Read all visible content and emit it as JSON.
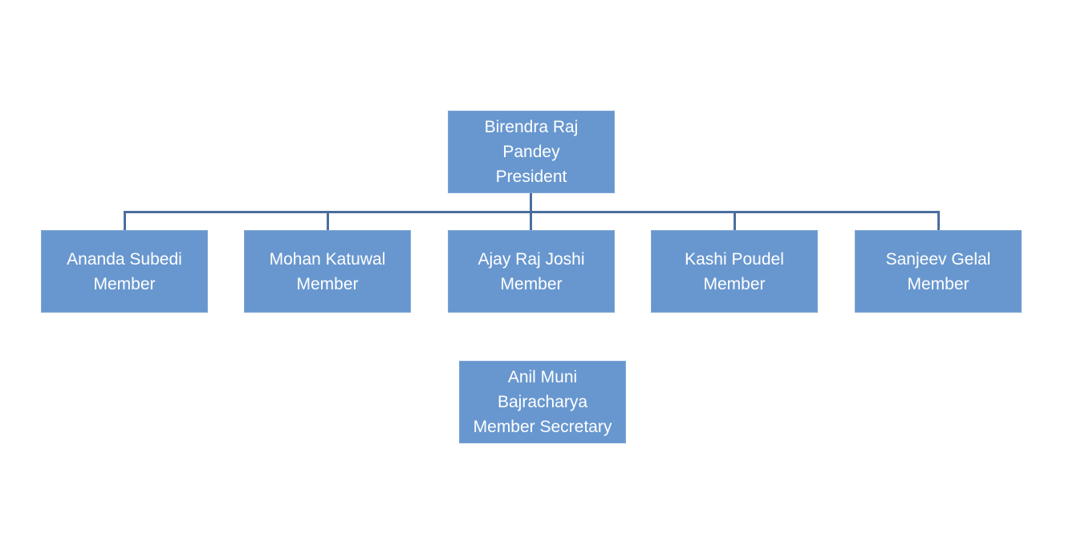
{
  "org_chart": {
    "president": {
      "name_line1": "Birendra Raj",
      "name_line2": "Pandey",
      "role": "President"
    },
    "members": [
      {
        "name": "Ananda Subedi",
        "role": "Member"
      },
      {
        "name": "Mohan Katuwal",
        "role": "Member"
      },
      {
        "name": "Ajay Raj Joshi",
        "role": "Member"
      },
      {
        "name": "Kashi Poudel",
        "role": "Member"
      },
      {
        "name": "Sanjeev Gelal",
        "role": "Member"
      }
    ],
    "secretary": {
      "name_line1": "Anil Muni",
      "name_line2": "Bajracharya",
      "role": "Member Secretary"
    },
    "colors": {
      "box_fill": "#6897cf",
      "connector": "#4a6f9e",
      "text": "#ffffff"
    }
  }
}
